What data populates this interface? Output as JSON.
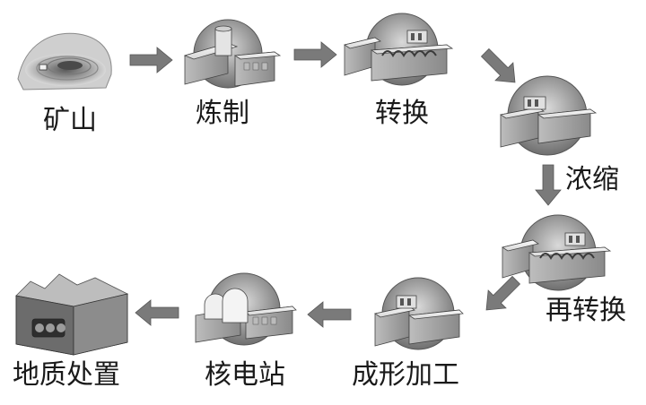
{
  "steps": [
    {
      "id": "mine",
      "label": "矿山",
      "icon": "mine-pit-icon"
    },
    {
      "id": "smelting",
      "label": "炼制",
      "icon": "smelting-plant-icon"
    },
    {
      "id": "conversion",
      "label": "转换",
      "icon": "conversion-plant-icon"
    },
    {
      "id": "enrichment",
      "label": "浓缩",
      "icon": "enrichment-plant-icon"
    },
    {
      "id": "reconversion",
      "label": "再转换",
      "icon": "reconversion-plant-icon"
    },
    {
      "id": "fabrication",
      "label": "成形加工",
      "icon": "fuel-fabrication-icon"
    },
    {
      "id": "nuclear_plant",
      "label": "核电站",
      "icon": "nuclear-power-station-icon"
    },
    {
      "id": "disposal",
      "label": "地质处置",
      "icon": "geological-repository-icon"
    }
  ],
  "colors": {
    "arrow": "#7a7a7a",
    "icon_light": "#e8e8e8",
    "icon_mid": "#bdbdbd",
    "icon_dark": "#6e6e6e"
  }
}
